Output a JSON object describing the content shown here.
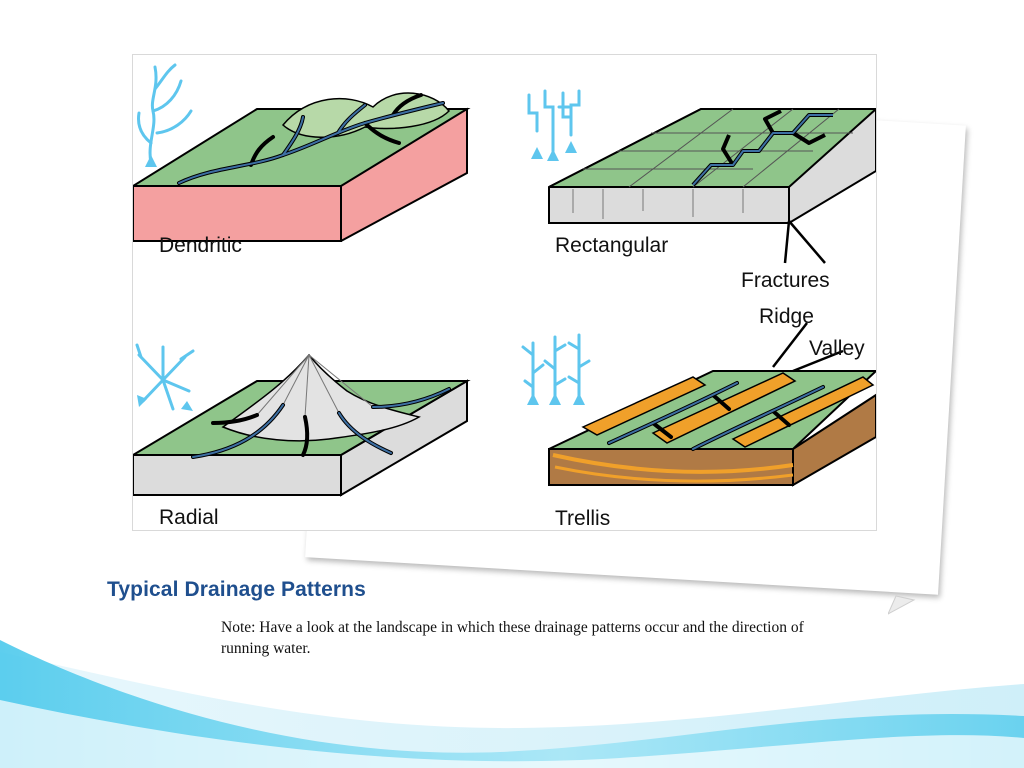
{
  "slide": {
    "title": "Typical Drainage Patterns",
    "note": "Note: Have a look at the landscape in which these drainage patterns occur and the direction of running water."
  },
  "diagram": {
    "panels": [
      {
        "label": "Dendritic",
        "rock": "#f4a0a0"
      },
      {
        "label": "Rectangular",
        "rock": "#dcdcdc"
      },
      {
        "label": "Radial",
        "rock": "#dcdcdc"
      },
      {
        "label": "Trellis",
        "rock": "#b07a45"
      }
    ],
    "callouts": {
      "fractures": "Fractures",
      "ridge": "Ridge",
      "valley": "Valley"
    }
  },
  "colors": {
    "title": "#1f4f8e",
    "land": "#8fc58a",
    "river": "#3d6fa3",
    "arrows": "#5ec6ee",
    "wave": "#5fcfee"
  }
}
